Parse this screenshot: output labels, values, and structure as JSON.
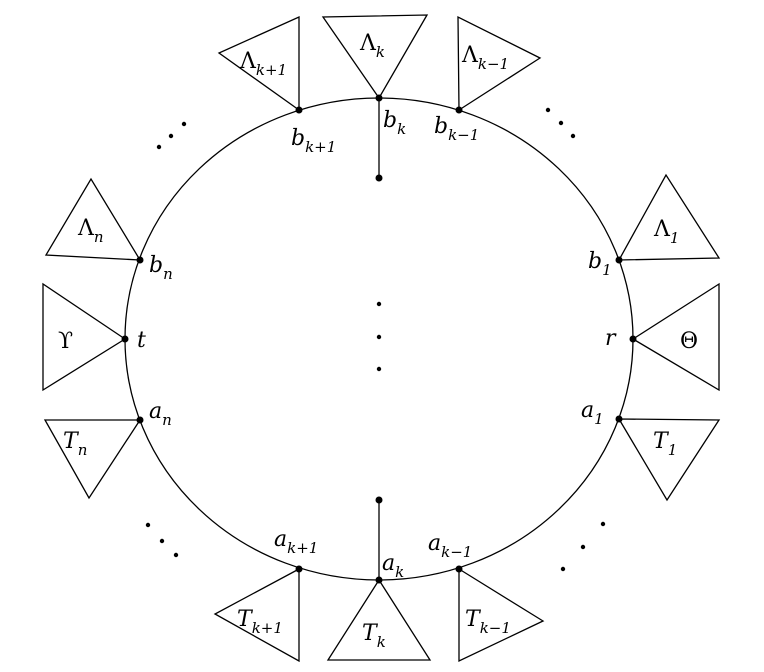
{
  "triangles": {
    "Lambda_k1": {
      "main": "Λ",
      "sub": "k+1"
    },
    "Lambda_k": {
      "main": "Λ",
      "sub": "k"
    },
    "Lambda_km1": {
      "main": "Λ",
      "sub": "k−1"
    },
    "Lambda_n": {
      "main": "Λ",
      "sub": "n"
    },
    "Lambda_1": {
      "main": "Λ",
      "sub": "1"
    },
    "Upsilon": {
      "main": "ϒ",
      "sub": ""
    },
    "Theta": {
      "main": "Θ",
      "sub": ""
    },
    "T_n": {
      "main": "T",
      "sub": "n"
    },
    "T_1": {
      "main": "T",
      "sub": "1"
    },
    "T_k1": {
      "main": "T",
      "sub": "k+1"
    },
    "T_k": {
      "main": "T",
      "sub": "k"
    },
    "T_km1": {
      "main": "T",
      "sub": "k−1"
    }
  },
  "vertices": {
    "b_k1": {
      "main": "b",
      "sub": "k+1"
    },
    "b_k": {
      "main": "b",
      "sub": "k"
    },
    "b_km1": {
      "main": "b",
      "sub": "k−1"
    },
    "b_n": {
      "main": "b",
      "sub": "n"
    },
    "b_1": {
      "main": "b",
      "sub": "1"
    },
    "t": {
      "main": "t",
      "sub": ""
    },
    "r": {
      "main": "r",
      "sub": ""
    },
    "a_n": {
      "main": "a",
      "sub": "n"
    },
    "a_1": {
      "main": "a",
      "sub": "1"
    },
    "a_k1": {
      "main": "a",
      "sub": "k+1"
    },
    "a_k": {
      "main": "a",
      "sub": "k"
    },
    "a_km1": {
      "main": "a",
      "sub": "k−1"
    }
  }
}
